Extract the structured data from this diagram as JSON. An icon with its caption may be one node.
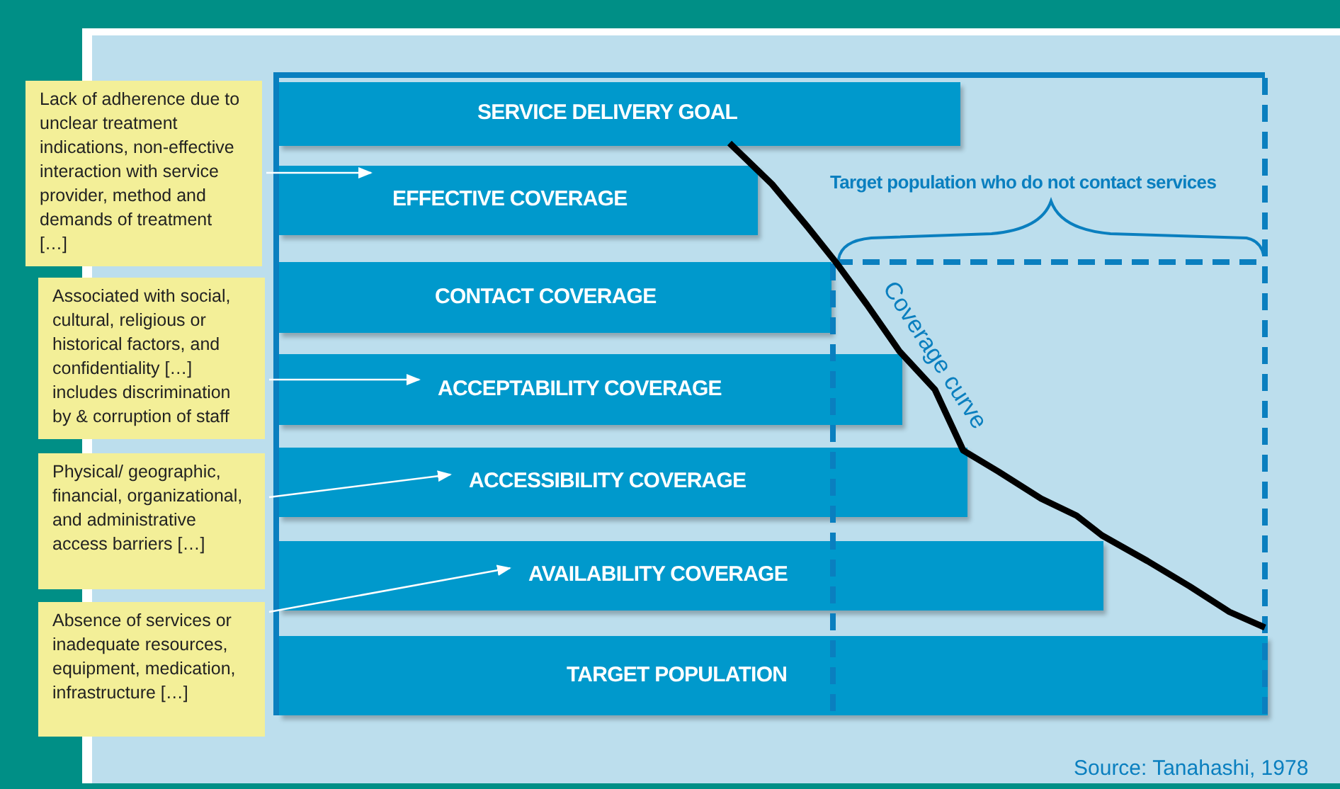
{
  "diagram": {
    "nodes": [
      {
        "text": [
          "Lack of adherence due to unclear treatment indications, non-effective interaction with service provider, method and demands of treatment […]"
        ]
      },
      {
        "text": [
          "Associated with social, cultural, religious or historical factors, and confidentiality […] includes discrimination by & corruption of staff"
        ]
      },
      {
        "text": [
          "Physical/ geographic, financial, organizational, and administrative access barriers […]"
        ]
      },
      {
        "text": [
          "Absence of services or inadequate resources, equipment, medication, infrastructure […]"
        ]
      },
      {
        "text": [
          "SERVICE DELIVERY GOAL"
        ]
      },
      {
        "text": [
          "EFFECTIVE COVERAGE"
        ]
      },
      {
        "text": [
          "CONTACT COVERAGE"
        ]
      },
      {
        "text": [
          "ACCEPTABILITY COVERAGE"
        ]
      },
      {
        "text": [
          "ACCESSIBILITY COVERAGE"
        ]
      },
      {
        "text": [
          "AVAILABILITY COVERAGE"
        ]
      },
      {
        "text": [
          "TARGET POPULATION"
        ]
      }
    ],
    "edges": [
      {
        "from": 0,
        "to": 5,
        "arrow": "to"
      },
      {
        "from": 1,
        "to": 7,
        "arrow": "to"
      },
      {
        "from": 2,
        "to": 8,
        "arrow": "to"
      },
      {
        "from": 3,
        "to": 9,
        "arrow": "to"
      }
    ],
    "labels": [
      "Target population who do not contact services",
      "Coverage curve",
      "Source: Tanahashi, 1978"
    ]
  }
}
